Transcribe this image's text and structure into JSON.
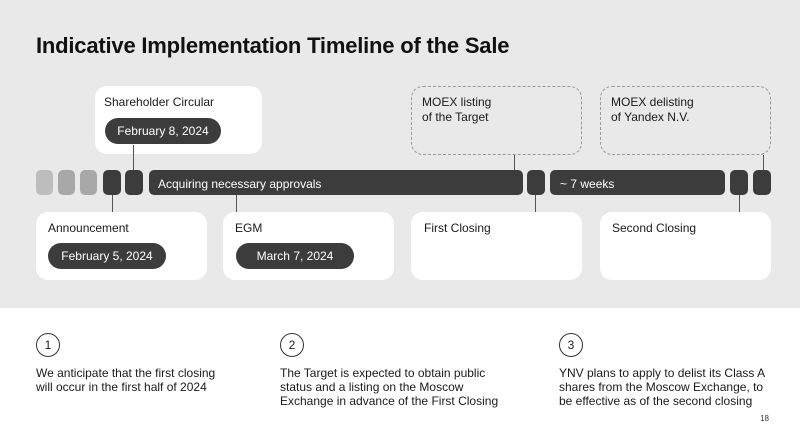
{
  "title": "Indicative Implementation Timeline of the Sale",
  "timeline": {
    "bar1_label": "Acquiring necessary approvals",
    "bar2_label": "~ 7 weeks"
  },
  "milestones": {
    "shareholder_circular": {
      "label": "Shareholder Circular",
      "date": "February 8, 2024"
    },
    "announcement": {
      "label": "Announcement",
      "date": "February 5, 2024"
    },
    "egm": {
      "label": "EGM",
      "date": "March 7, 2024"
    },
    "moex_listing": {
      "label": "MOEX listing\nof the Target"
    },
    "moex_delisting": {
      "label": "MOEX delisting\nof Yandex N.V."
    },
    "first_closing": {
      "label": "First Closing"
    },
    "second_closing": {
      "label": "Second Closing"
    }
  },
  "notes": [
    {
      "number": "1",
      "text": "We anticipate that the first closing\nwill occur in the first half of 2024"
    },
    {
      "number": "2",
      "text": "The Target is expected to obtain public\nstatus and a listing on the Moscow\nExchange in advance of the First Closing"
    },
    {
      "number": "3",
      "text": "YNV plans to apply to delist its Class A\nshares from the Moscow Exchange, to\nbe effective as of the second closing"
    }
  ],
  "page_number": "18"
}
